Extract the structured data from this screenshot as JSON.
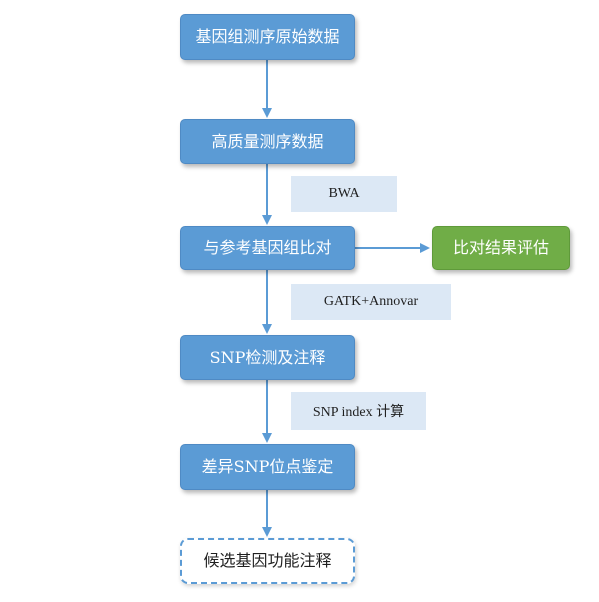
{
  "nodes": {
    "raw_data": "基因组测序原始数据",
    "hq_data": "高质量测序数据",
    "align": "与参考基因组比对",
    "eval": "比对结果评估",
    "snp": "SNP检测及注释",
    "diff_snp": "差异SNP位点鉴定",
    "candidate": "候选基因功能注释"
  },
  "edge_labels": {
    "bwa": "BWA",
    "gatk": "GATK+Annovar",
    "snp_index": "SNP index 计算"
  },
  "colors": {
    "node_fill": "#5b9bd5",
    "eval_fill": "#70ad47",
    "label_fill": "#dce8f5",
    "arrow": "#5b9bd5"
  }
}
